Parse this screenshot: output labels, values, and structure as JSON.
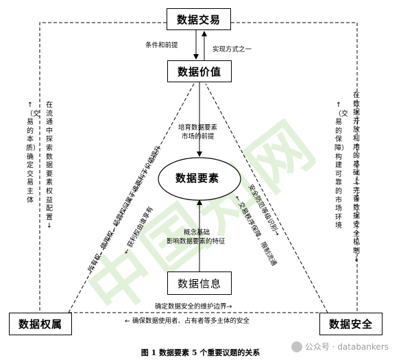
{
  "nodes": {
    "trading": "数据交易",
    "value": "数据价值",
    "element": "数据要素",
    "information": "数据信息",
    "rights": "数据权属",
    "security": "数据安全"
  },
  "edges": {
    "condition": "条件和前提",
    "realization": "实现方式之一",
    "cultivate_line1": "培育数据要素",
    "cultivate_line2": "市场的前提",
    "concept_line1": "概念基础",
    "concept_line2": "影响数据要素的特征",
    "boundary": "确定数据安全的维护边界→",
    "ensure": "← 确保数据使用者、占有者等多主体的安全",
    "left_outer": "↑（交易的本质）确定交易主体",
    "left_inner": "在流通中探索数据要素权益配置↓",
    "right_outer": "在数据开放利用的基础上完善数据安全机制↓",
    "right_inner": "↑（交易的保障）构建可靠的市场环境",
    "diag_left_outer": "所有权、使用权、经营权归属于谁更利于价值提升",
    "diag_left_inner": "← 获利权由谁享有",
    "diag_right_outer": "安全防范等级识别→",
    "diag_right_inner": "← 交易秩序保障，限制流通"
  },
  "watermark": "中国知网",
  "caption": "图 1  数据要素 5 个重要议题的关系",
  "brand": "公众号 · databankers"
}
